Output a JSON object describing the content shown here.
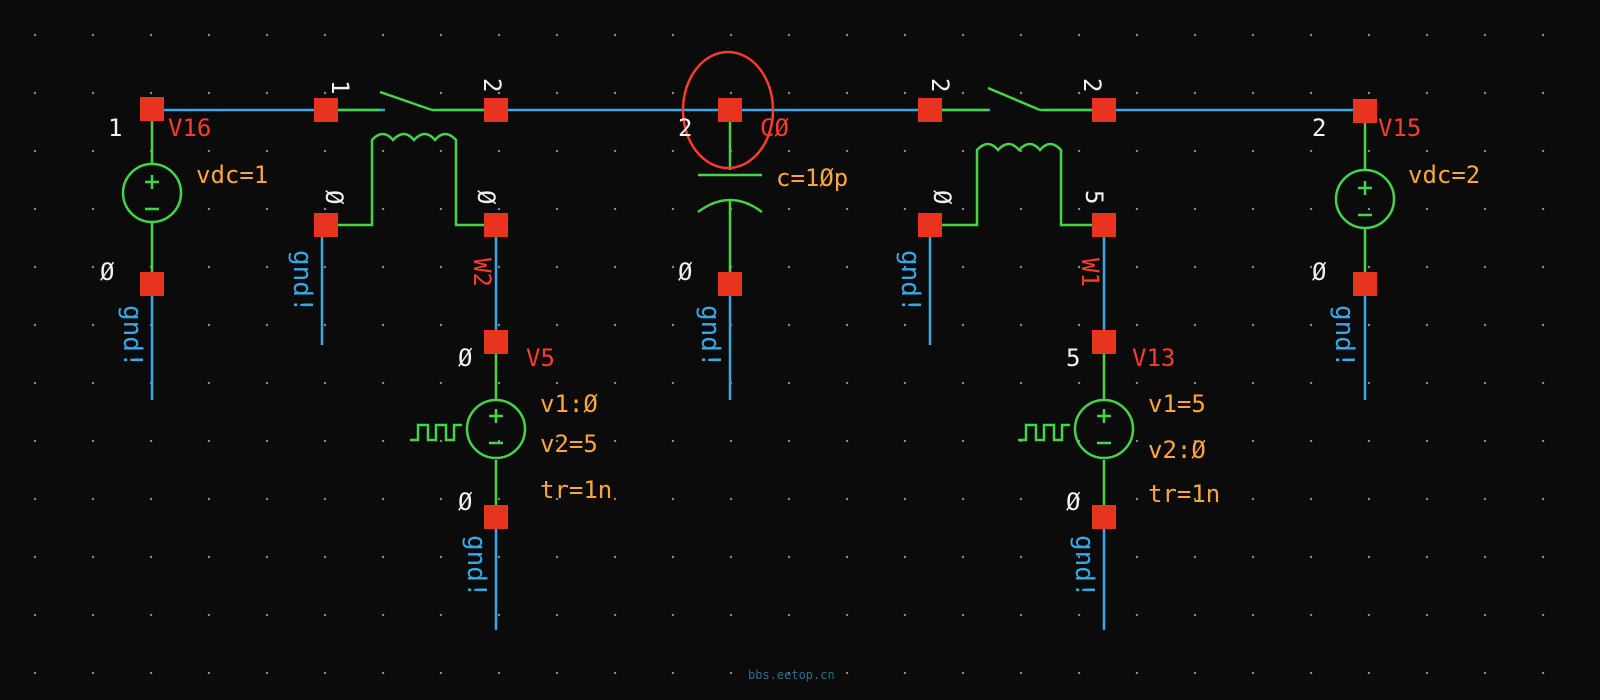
{
  "theme": {
    "background": "#0b0b0b",
    "wire": "#39a8e6",
    "component": "#46d34a",
    "pin": "#e8331f",
    "instance_label": "#ff3b2f",
    "parameter": "#ffa63a",
    "node_label": "#f2f2f2"
  },
  "grounds": {
    "label": "gnd!"
  },
  "sources": {
    "v16": {
      "name": "V16",
      "param": "vdc=1",
      "node_top": "1",
      "node_bottom": "Ø"
    },
    "v15": {
      "name": "V15",
      "param": "vdc=2",
      "node_top": "2",
      "node_bottom": "Ø"
    },
    "v5": {
      "name": "V5",
      "v1": "v1:Ø",
      "v2": "v2=5",
      "tr": "tr=1n",
      "node_top": "Ø",
      "node_bottom": "Ø"
    },
    "v13": {
      "name": "V13",
      "v1": "v1=5",
      "v2": "v2:Ø",
      "tr": "tr=1n",
      "node_top": "5",
      "node_bottom": "Ø"
    }
  },
  "switches": {
    "w2": {
      "name": "W2",
      "node_in": "1",
      "node_out": "2",
      "ctrl_a": "Ø",
      "ctrl_b": "Ø"
    },
    "w1": {
      "name": "W1",
      "node_in": "2",
      "node_out": "2",
      "ctrl_a": "Ø",
      "ctrl_b": "5"
    }
  },
  "capacitor": {
    "name": "CØ",
    "param": "c=1Øp",
    "node_top": "2",
    "node_bottom": "Ø"
  },
  "watermark": "bbs.eetop.cn"
}
